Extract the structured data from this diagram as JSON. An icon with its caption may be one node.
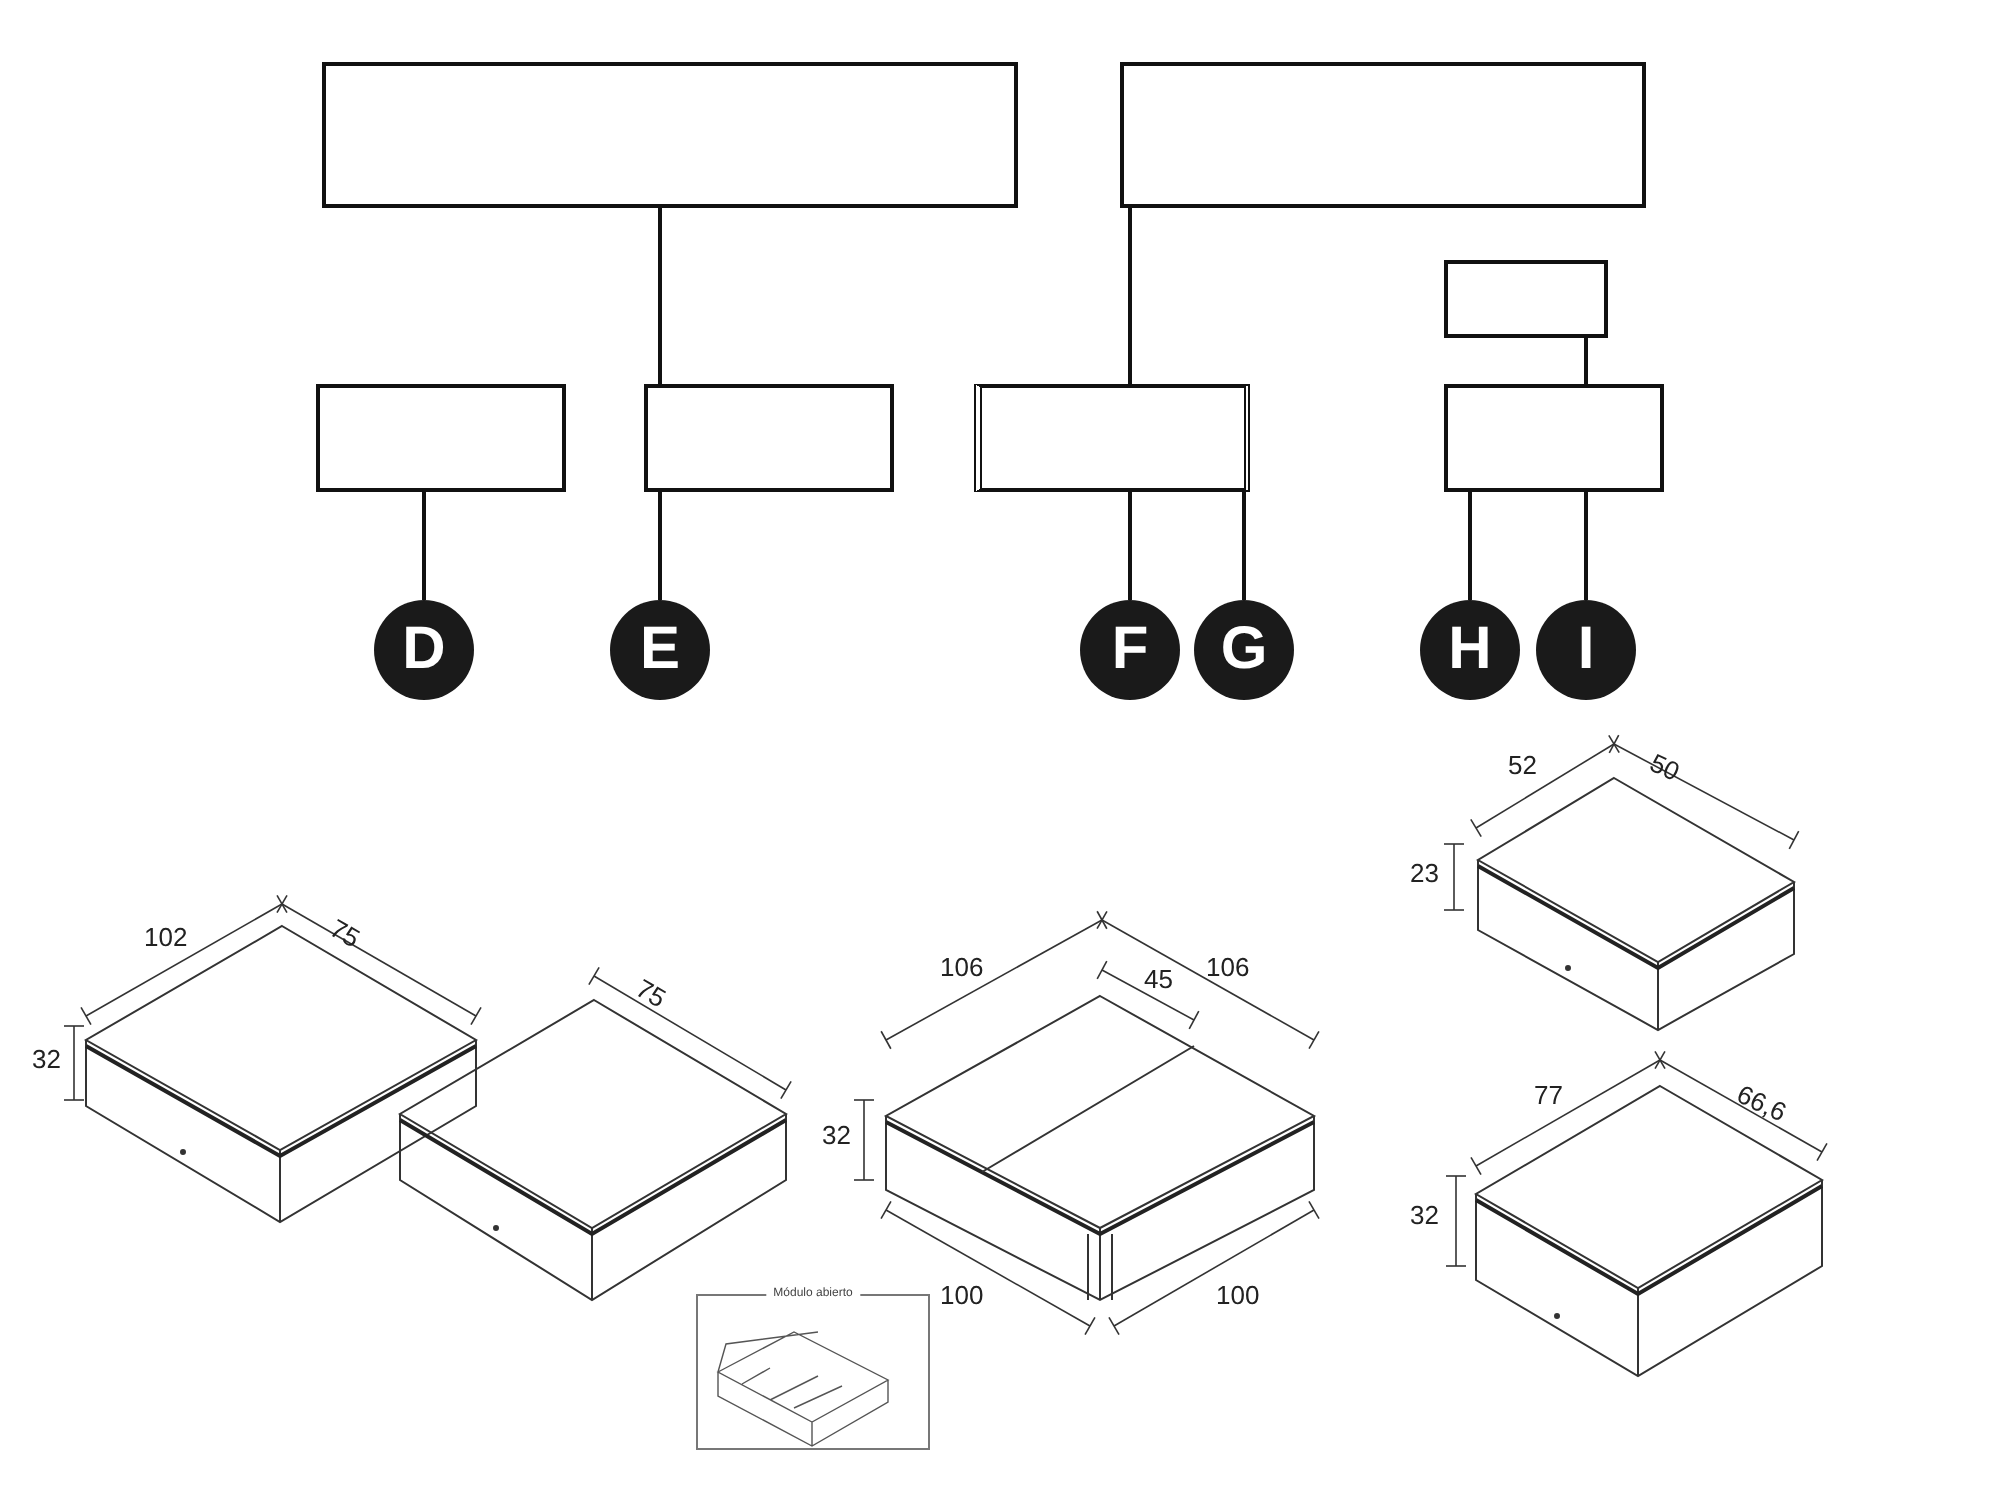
{
  "diagram": {
    "nodes": [
      {
        "text": [],
        "shape": "box"
      },
      {
        "text": [],
        "shape": "box"
      },
      {
        "text": [],
        "shape": "box"
      },
      {
        "text": [],
        "shape": "box"
      },
      {
        "text": [],
        "shape": "box"
      },
      {
        "text": [],
        "shape": "box"
      },
      {
        "text": [],
        "shape": "box"
      },
      {
        "text": [
          "D"
        ]
      },
      {
        "text": [
          "E"
        ]
      },
      {
        "text": [
          "F"
        ]
      },
      {
        "text": [
          "G"
        ]
      },
      {
        "text": [
          "H"
        ]
      },
      {
        "text": [
          "I"
        ]
      },
      {
        "text": [
          "Módulo abierto"
        ]
      }
    ],
    "edges": [
      {
        "from": 7,
        "to": 3,
        "arrow": "none"
      },
      {
        "from": 8,
        "to": 0,
        "arrow": "none"
      },
      {
        "from": 9,
        "to": 1,
        "arrow": "none"
      },
      {
        "from": 10,
        "to": 5,
        "arrow": "none"
      },
      {
        "from": 11,
        "to": 6,
        "arrow": "none"
      },
      {
        "from": 12,
        "to": 2,
        "arrow": "none"
      }
    ],
    "labels": [
      "102",
      "75",
      "32",
      "75",
      "106",
      "45",
      "106",
      "32",
      "100",
      "100",
      "52",
      "50",
      "23",
      "77",
      "66,6",
      "32"
    ]
  }
}
